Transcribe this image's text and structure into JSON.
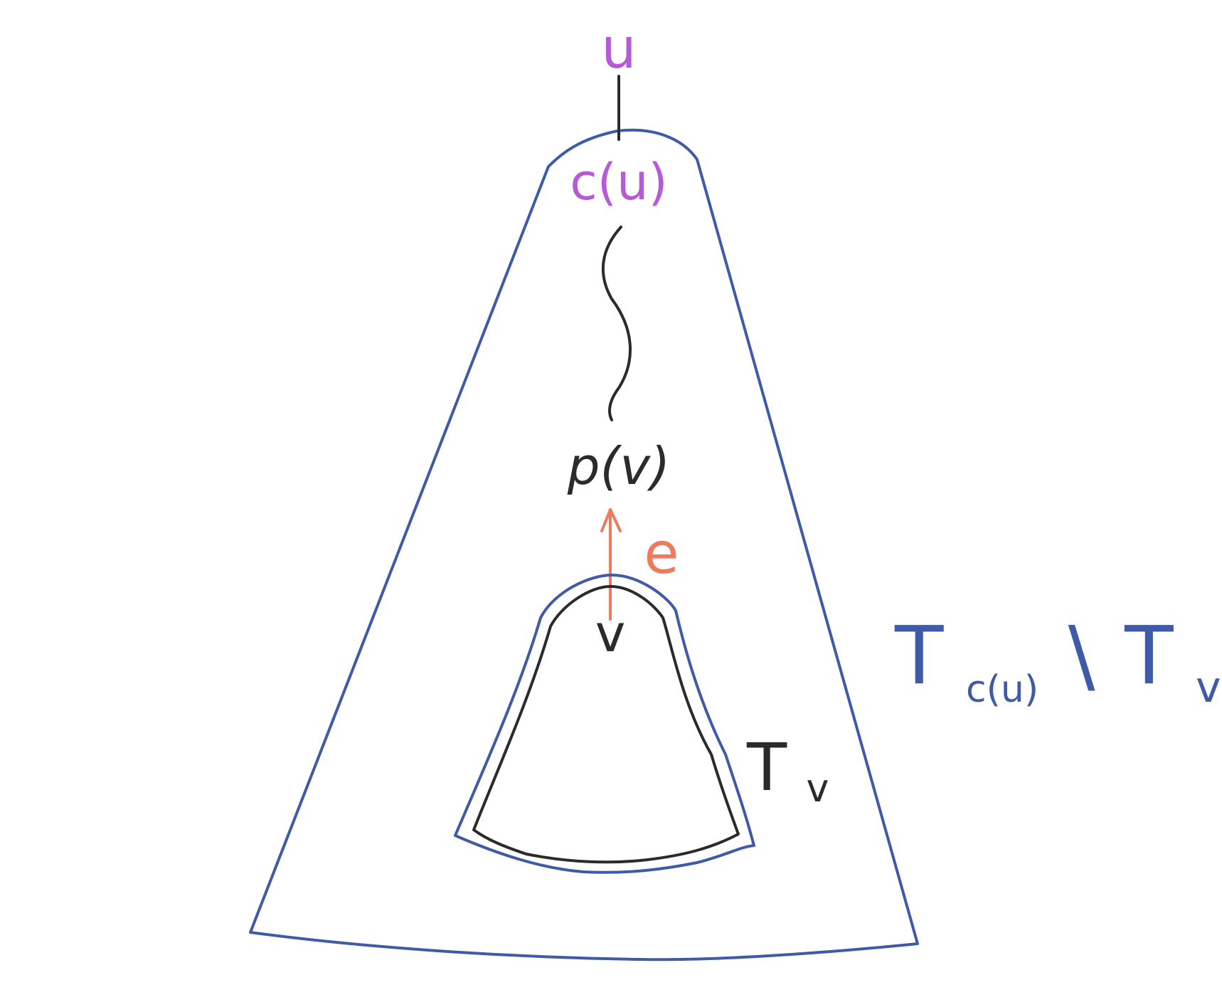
{
  "colors": {
    "tree_outline": "#3f5ba8",
    "node_label": "#b65bd6",
    "edge_label": "#f07a5c",
    "ink": "#2b2b2b",
    "background": "#ffffff"
  },
  "labels": {
    "u": "u",
    "c_u": "c(u)",
    "p_v": "p(v)",
    "e": "e",
    "v": "v",
    "T_v_main": "T",
    "T_v_sub": "v",
    "T_cu_main": "T",
    "T_cu_sub": "c(u)",
    "T_cu_setminus": "\\",
    "T_cu_T2_main": "T",
    "T_cu_T2_sub": "v"
  }
}
